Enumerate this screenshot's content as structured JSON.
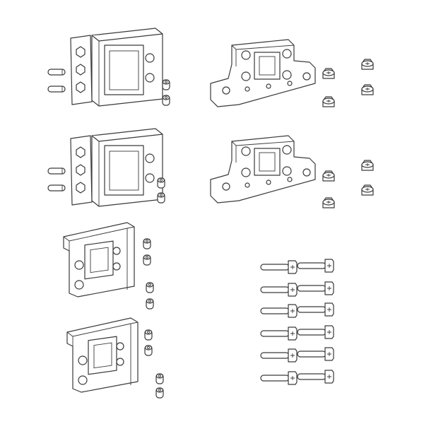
{
  "colors": {
    "stroke": "#3a3a3a",
    "background": "#ffffff"
  },
  "icons": [
    "bracket-block",
    "wing-bracket",
    "flat-bracket",
    "pin",
    "sleeve",
    "screw"
  ]
}
